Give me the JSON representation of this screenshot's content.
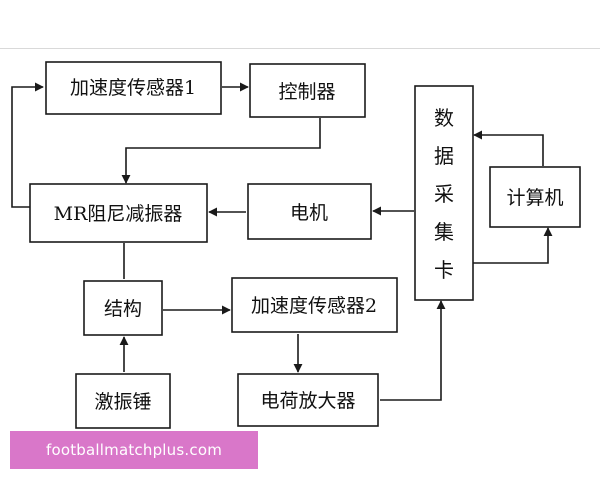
{
  "nodes": {
    "accel1": "加速度传感器1",
    "controller": "控制器",
    "daq_chars": [
      "数",
      "据",
      "采",
      "集",
      "卡"
    ],
    "computer": "计算机",
    "damper": "MR阻尼减振器",
    "motor": "电机",
    "structure": "结构",
    "accel2": "加速度传感器2",
    "hammer": "激振锤",
    "amplifier": "电荷放大器"
  },
  "watermark": "footballmatchplus.com"
}
